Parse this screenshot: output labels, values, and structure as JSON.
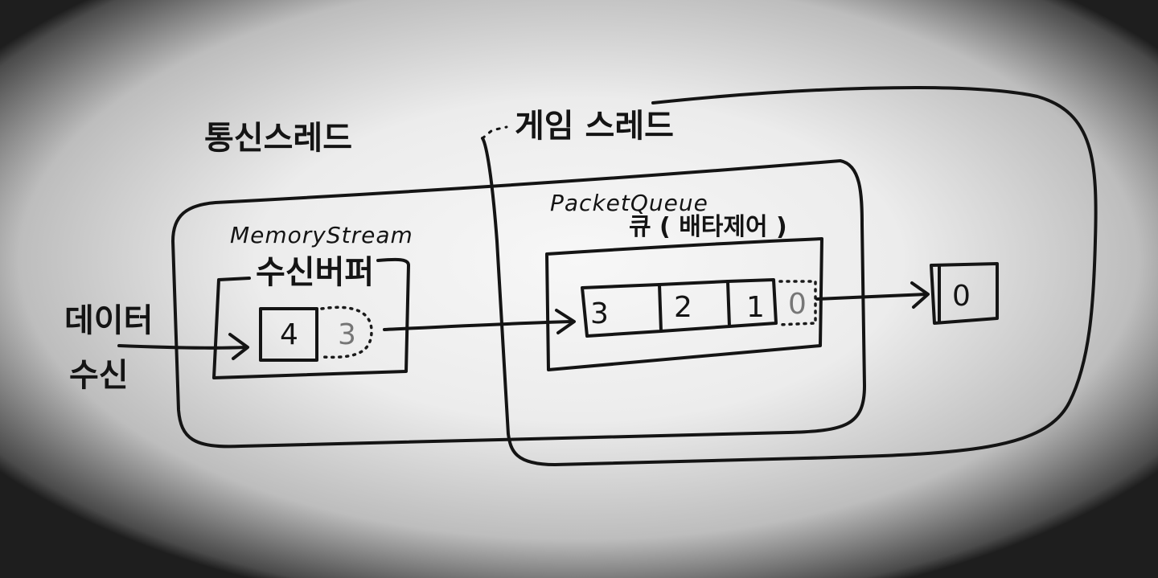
{
  "labels": {
    "comm_thread": "통신스레드",
    "game_thread": "게임 스레드",
    "data_receive_line1": "데이터",
    "data_receive_line2": "수신",
    "memory_stream_title": "MemoryStream",
    "memory_stream_subtitle": "수신버퍼",
    "packet_queue_title": "PacketQueue",
    "packet_queue_subtitle": "큐 ( 배타제어 )"
  },
  "buffer": {
    "filled": "4",
    "pending": "3"
  },
  "queue": {
    "items": [
      "3",
      "2",
      "1"
    ],
    "pending": "0"
  },
  "output": {
    "value": "0"
  }
}
